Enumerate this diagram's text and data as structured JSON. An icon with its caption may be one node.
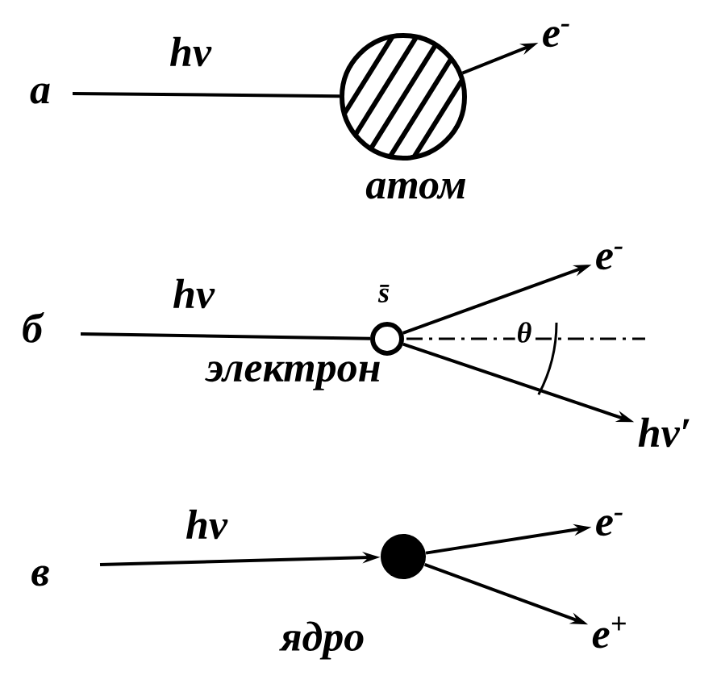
{
  "diagram": {
    "nodes": [
      {
        "text": [
          "атом"
        ]
      },
      {
        "text": [
          "e$^{-}$"
        ]
      },
      {
        "text": [
          "электрон"
        ]
      },
      {
        "text": [
          "e$^{-}$"
        ]
      },
      {
        "text": [
          "hν′"
        ]
      },
      {
        "text": [
          "ядро"
        ]
      },
      {
        "text": [
          "e$^{-}$"
        ]
      },
      {
        "text": [
          "e$^{+}$"
        ]
      }
    ],
    "edges": [
      {
        "from": null,
        "to": 0,
        "arrow": "none",
        "label": "hν"
      },
      {
        "from": 0,
        "to": 1,
        "arrow": "to"
      },
      {
        "from": null,
        "to": 2,
        "arrow": "none",
        "label": "hν"
      },
      {
        "from": 2,
        "to": 3,
        "arrow": "to"
      },
      {
        "from": 2,
        "to": 4,
        "arrow": "to"
      },
      {
        "from": null,
        "to": 5,
        "arrow": "to",
        "label": "hν"
      },
      {
        "from": 5,
        "to": 6,
        "arrow": "to"
      },
      {
        "from": 5,
        "to": 7,
        "arrow": "to"
      }
    ],
    "labels": [
      "а",
      "б",
      "s̄",
      "θ",
      "в"
    ]
  }
}
